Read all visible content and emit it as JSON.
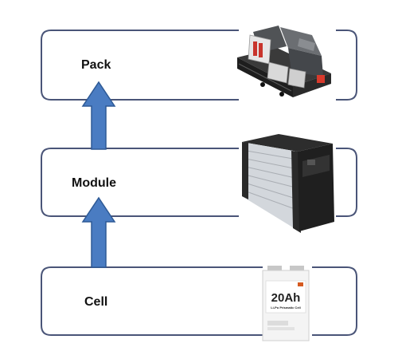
{
  "levels": [
    {
      "id": "pack",
      "label": "Pack"
    },
    {
      "id": "module",
      "label": "Module"
    },
    {
      "id": "cell",
      "label": "Cell"
    }
  ],
  "cell_image": {
    "capacity_text": "20Ah",
    "subtitle_text": "Li-Po Prismatic Cell"
  },
  "colors": {
    "box_stroke": "#4a5578",
    "arrow_fill": "#4a7cc2",
    "arrow_stroke": "#2e5a96"
  }
}
